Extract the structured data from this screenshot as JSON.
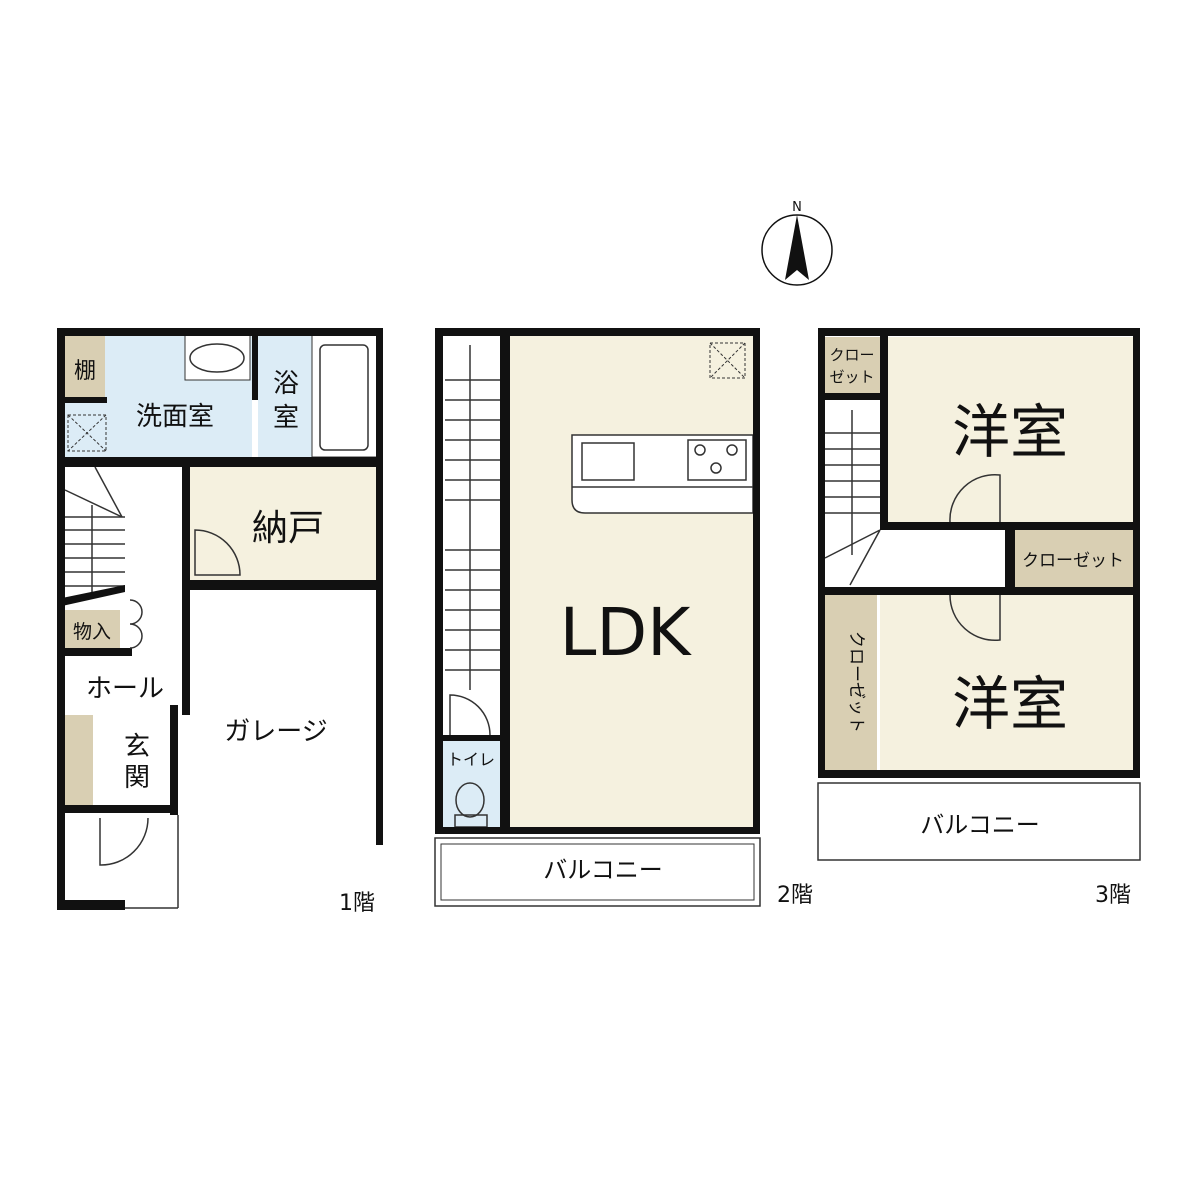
{
  "compass": {
    "label": "N"
  },
  "colors": {
    "wet_room": "#dcecf6",
    "living_room": "#f5f1df",
    "storage": "#d9cfb3",
    "wall": "#111111"
  },
  "floor1": {
    "label": "1階",
    "rooms": {
      "shelf": "棚",
      "washroom": "洗面室",
      "bath_1": "浴",
      "bath_2": "室",
      "storeroom": "納戸",
      "storage": "物入",
      "hall": "ホール",
      "entrance_1": "玄",
      "entrance_2": "関",
      "garage": "ガレージ"
    }
  },
  "floor2": {
    "label": "2階",
    "rooms": {
      "ldk": "LDK",
      "toilet": "トイレ",
      "balcony": "バルコニー"
    }
  },
  "floor3": {
    "label": "3階",
    "rooms": {
      "closet_small_1": "クロー",
      "closet_small_2": "ゼット",
      "western_room_1": "洋室",
      "closet_wide": "クローゼット",
      "closet_vertical": "クローゼット",
      "western_room_2": "洋室",
      "balcony": "バルコニー"
    }
  }
}
